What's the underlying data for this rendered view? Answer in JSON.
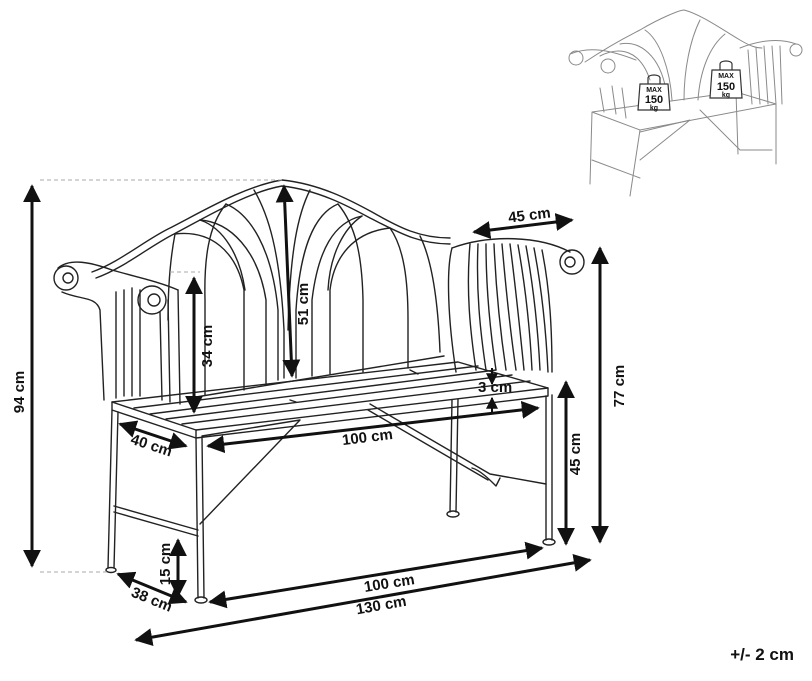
{
  "dimensions": {
    "height_total": "94 cm",
    "backrest_height": "51 cm",
    "armrest_height": "34 cm",
    "armrest_width": "45 cm",
    "armrest_floor_height": "77 cm",
    "seat_thickness": "3 cm",
    "seat_height": "45 cm",
    "seat_depth": "40 cm",
    "seat_width": "100 cm",
    "stretcher_height": "15 cm",
    "frame_depth": "38 cm",
    "leg_span_width": "100 cm",
    "total_width": "130 cm"
  },
  "load_badges": [
    {
      "max": "MAX",
      "value": "150",
      "unit": "kg"
    },
    {
      "max": "MAX",
      "value": "150",
      "unit": "kg"
    }
  ],
  "tolerance": "+/- 2 cm",
  "colors": {
    "line": "#1a1a1a",
    "light_line": "#8a8a8a",
    "dim_line": "#111111"
  }
}
